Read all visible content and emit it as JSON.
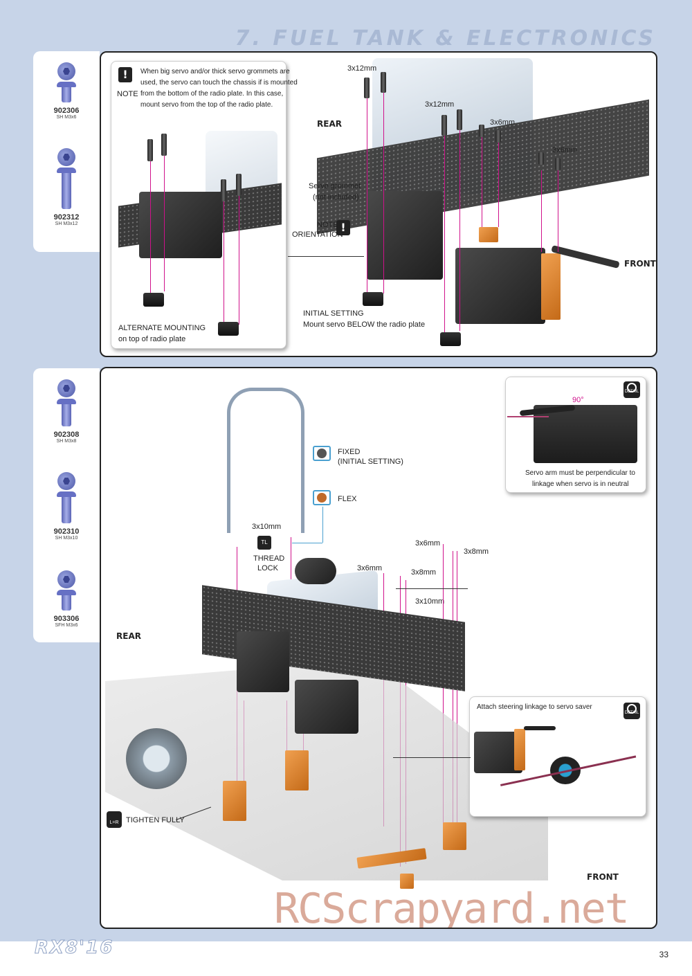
{
  "page": {
    "section_title": "7. FUEL TANK & ELECTRONICS",
    "page_number": "33",
    "logo": "RX8'16",
    "watermark": "RCScrapyard.net"
  },
  "parts_top": [
    {
      "code": "902306",
      "desc": "SH M3x6"
    },
    {
      "code": "902312",
      "desc": "SH M3x12"
    }
  ],
  "parts_bottom": [
    {
      "code": "902308",
      "desc": "SH M3x8"
    },
    {
      "code": "902310",
      "desc": "SH M3x10"
    },
    {
      "code": "903306",
      "desc": "SFH M3x6"
    }
  ],
  "top_panel": {
    "note_label": "NOTE",
    "note_text_1": "When big servo and/or thick servo grommets are",
    "note_text_2": "used, the servo can touch the chassis if is mounted",
    "note_text_3": "from the bottom of the radio plate. In this case,",
    "note_text_4": "mount servo from the top of the radio plate.",
    "alt_mount_1": "ALTERNATE MOUNTING",
    "alt_mount_2": "on top of radio plate",
    "rear": "REAR",
    "front": "FRONT",
    "screw_3x12_a": "3x12mm",
    "screw_3x12_b": "3x12mm",
    "screw_3x6_a": "3x6mm",
    "screw_3x6_b": "3x6mm",
    "grommet_1": "Servo grommet",
    "grommet_2": "(not included)",
    "orient_1": "NOTE",
    "orient_2": "ORIENTATION",
    "initial_1": "INITIAL SETTING",
    "initial_2": "Mount servo BELOW the radio plate"
  },
  "bottom_panel": {
    "fixed_1": "FIXED",
    "fixed_2": "(INITIAL SETTING)",
    "flex": "FLEX",
    "screw_3x10_a": "3x10mm",
    "thread_1": "THREAD",
    "thread_2": "LOCK",
    "screw_3x6_a": "3x6mm",
    "screw_3x8_a": "3x8mm",
    "screw_3x6_b": "3x6mm",
    "screw_3x8_b": "3x8mm",
    "screw_3x10_b": "3x10mm",
    "rear": "REAR",
    "front": "FRONT",
    "tighten": "TIGHTEN FULLY",
    "detail1_angle": "90°",
    "detail1_text_1": "Servo arm must be perpendicular to",
    "detail1_text_2": "linkage when servo is in neutral",
    "detail2_text": "Attach steering linkage to servo saver",
    "detail_icon": "DETAIL",
    "lr_icon": "L=R"
  }
}
